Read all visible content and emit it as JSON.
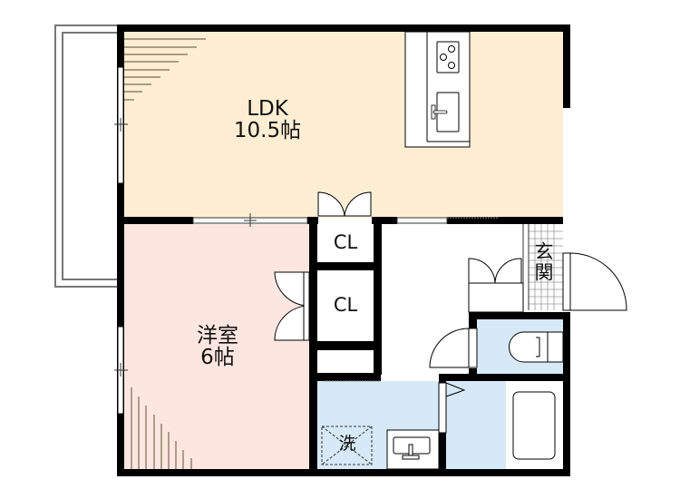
{
  "floor_plan": {
    "colors": {
      "ldk": "#fdeed3",
      "western_room": "#fde6e0",
      "wet_area": "#d7e9f7",
      "wall": "#000000",
      "balcony_line": "#777777",
      "background": "#ffffff"
    },
    "rooms": {
      "ldk": {
        "name": "LDK",
        "size": "10.5帖"
      },
      "western_room": {
        "name": "洋室",
        "size": "6帖"
      },
      "closet_1": {
        "name": "CL"
      },
      "closet_2": {
        "name": "CL"
      },
      "entrance": {
        "name": "玄関"
      },
      "washer": {
        "name": "洗"
      }
    },
    "fixtures": [
      "kitchen-stove",
      "kitchen-sink",
      "toilet",
      "bathtub",
      "washbasin",
      "washing-machine-space",
      "shoe-cabinet"
    ]
  }
}
